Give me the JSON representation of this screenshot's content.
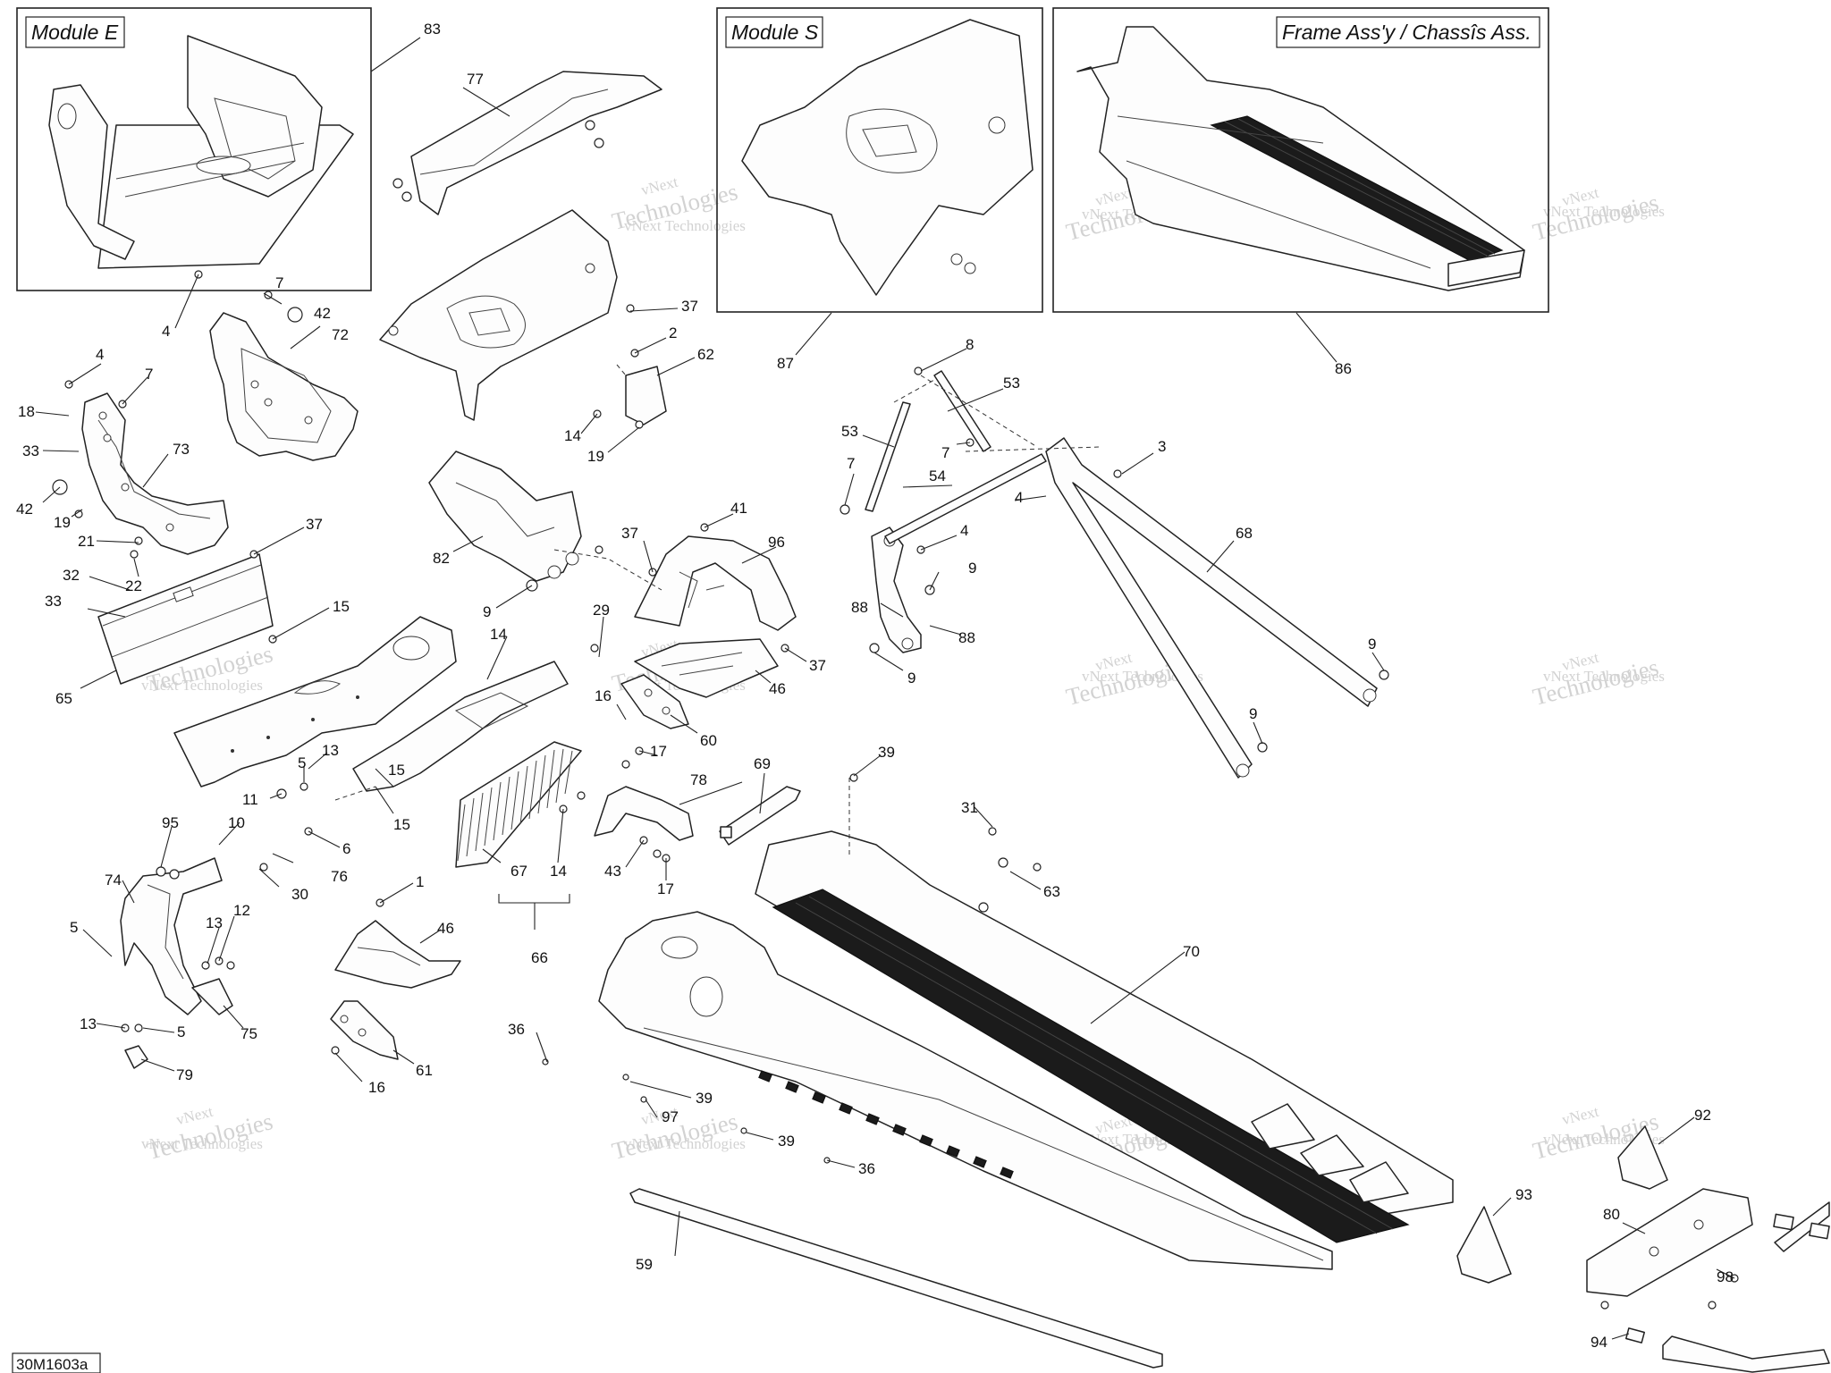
{
  "diagram": {
    "module_labels": {
      "module_e": "Module E",
      "module_s": "Module S",
      "frame": "Frame Ass'y / Chassîs Ass."
    },
    "figure_code": "30M1603a",
    "watermark": {
      "line1": "vNext",
      "line2": "Technologies",
      "line3": "vNext Technologies"
    },
    "callouts": [
      {
        "id": "83",
        "text": "83"
      },
      {
        "id": "77",
        "text": "77"
      },
      {
        "id": "87",
        "text": "87"
      },
      {
        "id": "86",
        "text": "86"
      },
      {
        "id": "4a",
        "text": "4"
      },
      {
        "id": "7a",
        "text": "7"
      },
      {
        "id": "42a",
        "text": "42"
      },
      {
        "id": "72",
        "text": "72"
      },
      {
        "id": "4b",
        "text": "4"
      },
      {
        "id": "7b",
        "text": "7"
      },
      {
        "id": "18",
        "text": "18"
      },
      {
        "id": "33a",
        "text": "33"
      },
      {
        "id": "73",
        "text": "73"
      },
      {
        "id": "42b",
        "text": "42"
      },
      {
        "id": "19a",
        "text": "19"
      },
      {
        "id": "21",
        "text": "21"
      },
      {
        "id": "37a",
        "text": "37"
      },
      {
        "id": "22",
        "text": "22"
      },
      {
        "id": "32",
        "text": "32"
      },
      {
        "id": "33b",
        "text": "33"
      },
      {
        "id": "15a",
        "text": "15"
      },
      {
        "id": "65",
        "text": "65"
      },
      {
        "id": "37b",
        "text": "37"
      },
      {
        "id": "2",
        "text": "2"
      },
      {
        "id": "62",
        "text": "62"
      },
      {
        "id": "14a",
        "text": "14"
      },
      {
        "id": "19b",
        "text": "19"
      },
      {
        "id": "82",
        "text": "82"
      },
      {
        "id": "9a",
        "text": "9"
      },
      {
        "id": "14b",
        "text": "14"
      },
      {
        "id": "29",
        "text": "29"
      },
      {
        "id": "37c",
        "text": "37"
      },
      {
        "id": "41",
        "text": "41"
      },
      {
        "id": "96",
        "text": "96"
      },
      {
        "id": "37d",
        "text": "37"
      },
      {
        "id": "46a",
        "text": "46"
      },
      {
        "id": "16a",
        "text": "16"
      },
      {
        "id": "60",
        "text": "60"
      },
      {
        "id": "8",
        "text": "8"
      },
      {
        "id": "53a",
        "text": "53"
      },
      {
        "id": "53b",
        "text": "53"
      },
      {
        "id": "7c",
        "text": "7"
      },
      {
        "id": "7d",
        "text": "7"
      },
      {
        "id": "3",
        "text": "3"
      },
      {
        "id": "54",
        "text": "54"
      },
      {
        "id": "4c",
        "text": "4"
      },
      {
        "id": "4d",
        "text": "4"
      },
      {
        "id": "68",
        "text": "68"
      },
      {
        "id": "9b",
        "text": "9"
      },
      {
        "id": "88a",
        "text": "88"
      },
      {
        "id": "88b",
        "text": "88"
      },
      {
        "id": "9c",
        "text": "9"
      },
      {
        "id": "9d",
        "text": "9"
      },
      {
        "id": "9e",
        "text": "9"
      },
      {
        "id": "13a",
        "text": "13"
      },
      {
        "id": "5a",
        "text": "5"
      },
      {
        "id": "11",
        "text": "11"
      },
      {
        "id": "15b",
        "text": "15"
      },
      {
        "id": "15c",
        "text": "15"
      },
      {
        "id": "17a",
        "text": "17"
      },
      {
        "id": "78",
        "text": "78"
      },
      {
        "id": "69",
        "text": "69"
      },
      {
        "id": "39a",
        "text": "39"
      },
      {
        "id": "95",
        "text": "95"
      },
      {
        "id": "10",
        "text": "10"
      },
      {
        "id": "6",
        "text": "6"
      },
      {
        "id": "76",
        "text": "76"
      },
      {
        "id": "30",
        "text": "30"
      },
      {
        "id": "67",
        "text": "67"
      },
      {
        "id": "14c",
        "text": "14"
      },
      {
        "id": "43",
        "text": "43"
      },
      {
        "id": "17b",
        "text": "17"
      },
      {
        "id": "31",
        "text": "31"
      },
      {
        "id": "63",
        "text": "63"
      },
      {
        "id": "74",
        "text": "74"
      },
      {
        "id": "1",
        "text": "1"
      },
      {
        "id": "5b",
        "text": "5"
      },
      {
        "id": "12",
        "text": "12"
      },
      {
        "id": "13b",
        "text": "13"
      },
      {
        "id": "46b",
        "text": "46"
      },
      {
        "id": "75",
        "text": "75"
      },
      {
        "id": "66",
        "text": "66"
      },
      {
        "id": "70",
        "text": "70"
      },
      {
        "id": "13c",
        "text": "13"
      },
      {
        "id": "5c",
        "text": "5"
      },
      {
        "id": "79",
        "text": "79"
      },
      {
        "id": "36a",
        "text": "36"
      },
      {
        "id": "61",
        "text": "61"
      },
      {
        "id": "16b",
        "text": "16"
      },
      {
        "id": "39b",
        "text": "39"
      },
      {
        "id": "97",
        "text": "97"
      },
      {
        "id": "39c",
        "text": "39"
      },
      {
        "id": "36b",
        "text": "36"
      },
      {
        "id": "59",
        "text": "59"
      },
      {
        "id": "92",
        "text": "92"
      },
      {
        "id": "93",
        "text": "93"
      },
      {
        "id": "80",
        "text": "80"
      },
      {
        "id": "98",
        "text": "98"
      },
      {
        "id": "94",
        "text": "94"
      }
    ]
  }
}
